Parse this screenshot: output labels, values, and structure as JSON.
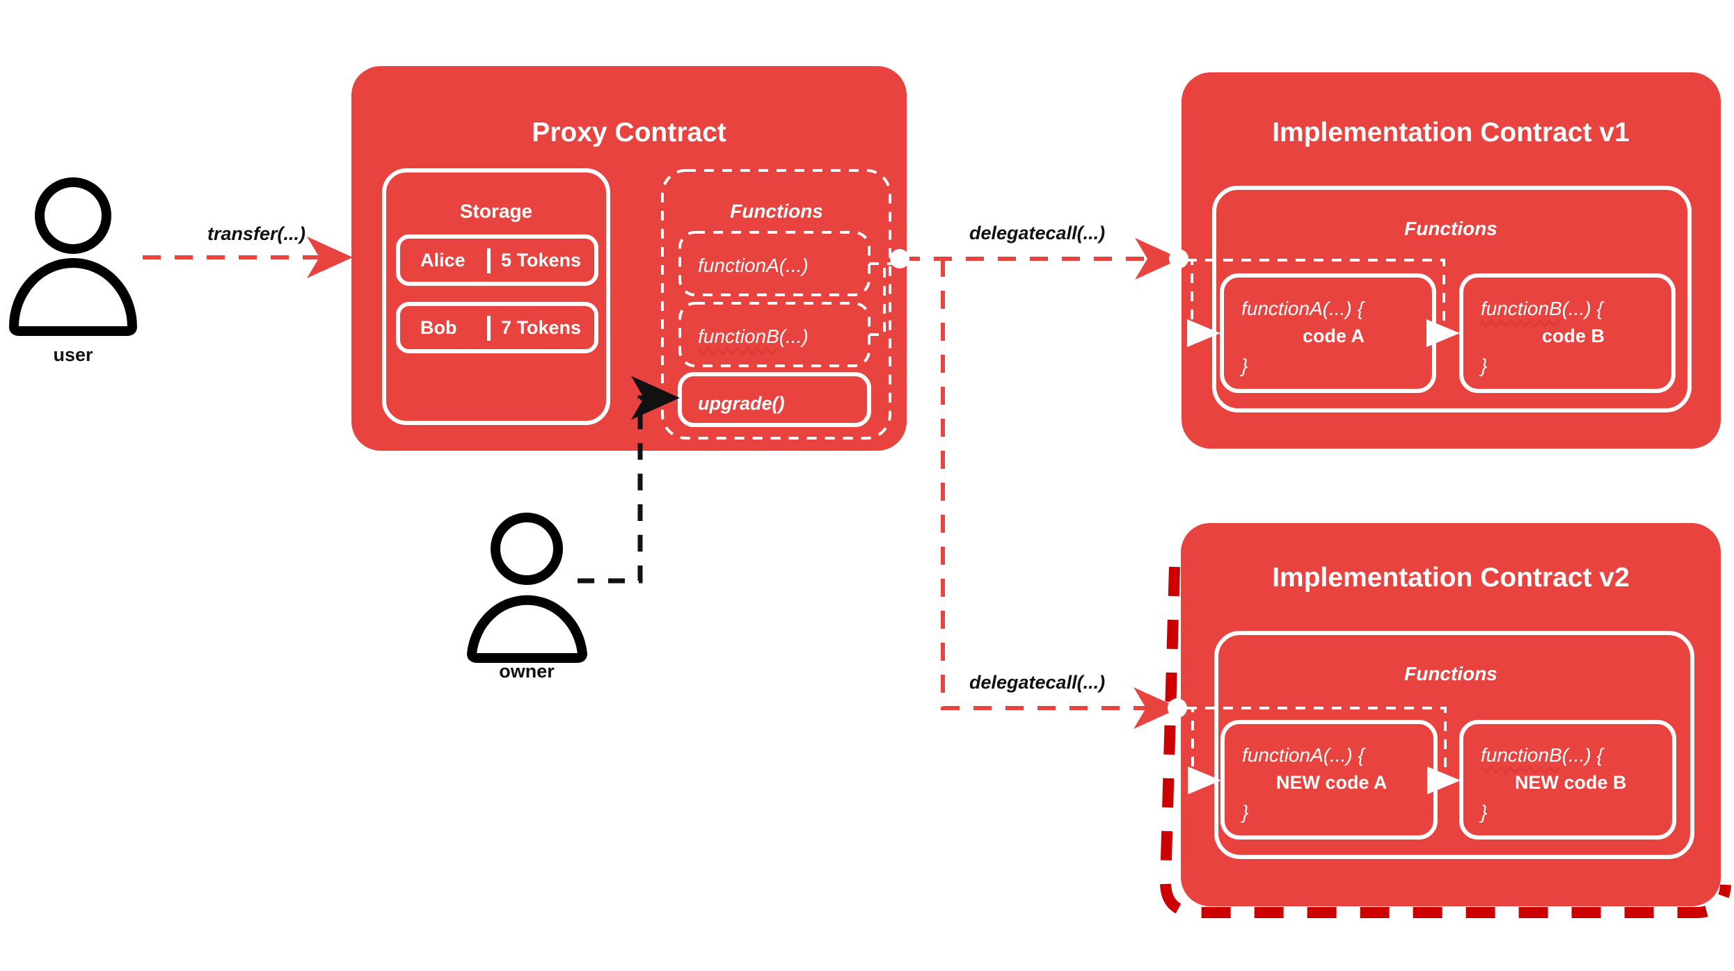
{
  "theme": {
    "box_fill": "#E8433F",
    "outline": "#ffffff",
    "edge_red": "#E8433F",
    "edge_black": "#111111",
    "highlight_red": "#CC0000",
    "background": "#ffffff"
  },
  "actors": [
    {
      "id": "user",
      "label": "user"
    },
    {
      "id": "owner",
      "label": "owner"
    }
  ],
  "edges": [
    {
      "id": "transfer",
      "label": "transfer(...)",
      "from": "user",
      "to": "proxy",
      "style": "red-dashed"
    },
    {
      "id": "delegatecall-v1",
      "label": "delegatecall(...)",
      "from": "proxy",
      "to": "impl-v1",
      "style": "red-dashed"
    },
    {
      "id": "delegatecall-v2",
      "label": "delegatecall(...)",
      "from": "proxy",
      "to": "impl-v2",
      "style": "red-dashed"
    },
    {
      "id": "upgrade-call",
      "label": "",
      "from": "owner",
      "to": "upgrade",
      "style": "black-dashed"
    }
  ],
  "proxy": {
    "title": "Proxy Contract",
    "storage": {
      "title": "Storage",
      "rows": [
        {
          "name": "Alice",
          "value": "5 Tokens",
          "separator": "|"
        },
        {
          "name": "Bob",
          "value": "7 Tokens",
          "separator": "|"
        }
      ]
    },
    "functions": {
      "title": "Functions",
      "items": [
        {
          "label": "functionA(...)",
          "style": "dashed"
        },
        {
          "label": "functionB(...)",
          "style": "dashed",
          "spellcheck_underline": true
        },
        {
          "label": "upgrade()",
          "style": "solid"
        }
      ]
    }
  },
  "impl_v1": {
    "title": "Implementation Contract v1",
    "functions": {
      "title": "Functions",
      "items": [
        {
          "signature": "functionA(...) {",
          "body": "code A",
          "close": "}"
        },
        {
          "signature": "functionB(...) {",
          "body": "code B",
          "close": "}",
          "spellcheck_underline": true
        }
      ]
    }
  },
  "impl_v2": {
    "title": "Implementation Contract v2",
    "highlighted": true,
    "functions": {
      "title": "Functions",
      "items": [
        {
          "signature": "functionA(...) {",
          "body": "NEW code A",
          "close": "}"
        },
        {
          "signature": "functionB(...) {",
          "body": "NEW code B",
          "close": "}",
          "spellcheck_underline": true
        }
      ]
    }
  }
}
